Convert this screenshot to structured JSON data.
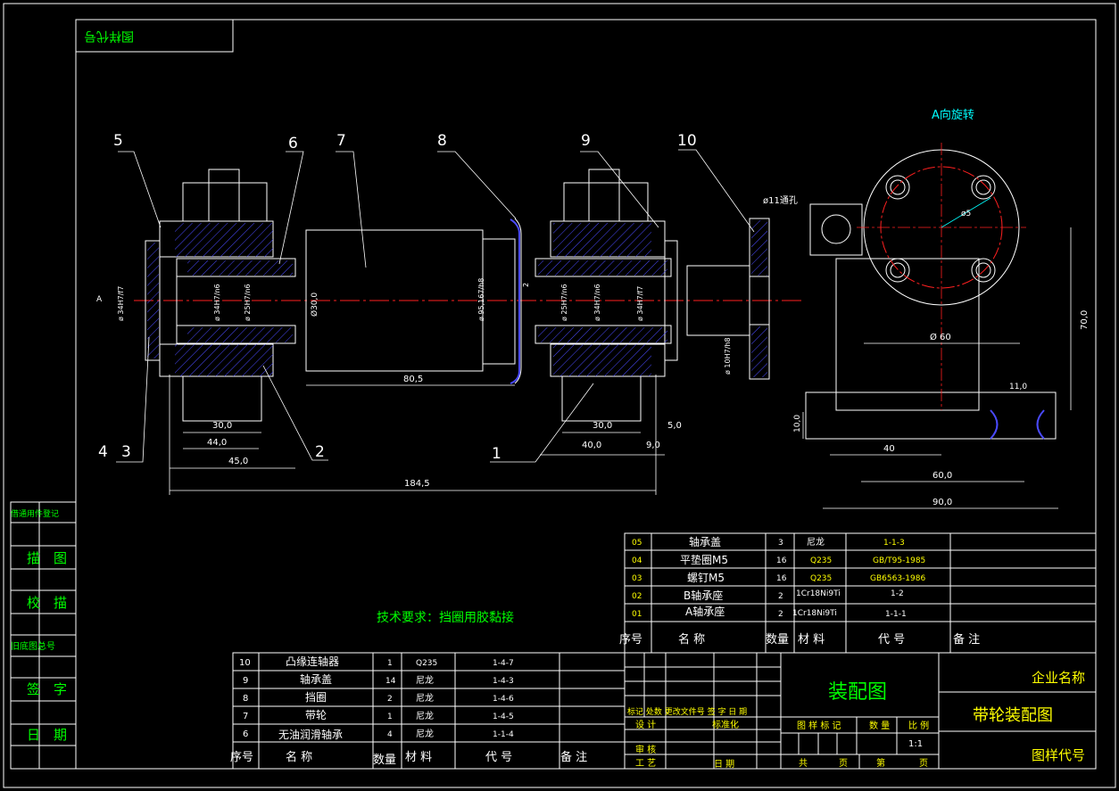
{
  "stamp_top_left": "图样代号",
  "view_label": "A向旋转",
  "hole_note": "ø11通孔",
  "view_arrow_label": "A",
  "tech_requirement": "技术要求：挡圈用胶黏接",
  "balloons": [
    "1",
    "2",
    "3",
    "4",
    "5",
    "6",
    "7",
    "8",
    "9",
    "10"
  ],
  "dimensions": {
    "d30_left": "30,0",
    "d44": "44,0",
    "d45": "45,0",
    "d80_5": "80,5",
    "d184_5": "184,5",
    "d30_right": "30,0",
    "d40_left": "40,0",
    "d9": "9,0",
    "d5": "5,0",
    "d30_shaft": "Ø30,0",
    "d2": "2",
    "fit_1": "ø 34H7/f7",
    "fit_2": "ø 34H7/n6",
    "fit_3": "ø 25H7/n6",
    "fit_4": "ø 95,167/h8",
    "fit_5": "ø 25H7/n6",
    "fit_6": "ø 34H7/n6",
    "fit_7": "ø 34H7/f7",
    "fit_8": "ø 10H7/h8",
    "r_d5": "ø5",
    "r_d60": "Ø 60",
    "r_h70": "70,0",
    "r_w11": "11,0",
    "r_h10": "10,0",
    "r_w40": "40",
    "r_w60": "60,0",
    "r_w90": "90,0"
  },
  "left_column": [
    "借通用件登记",
    "描　图",
    "校　描",
    "旧底图总号",
    "签　字",
    "日　期"
  ],
  "bom_upper": {
    "rows": [
      {
        "no": "05",
        "name": "轴承盖",
        "qty": "3",
        "mat": "尼龙",
        "code": "1-1-3",
        "note": ""
      },
      {
        "no": "04",
        "name": "平垫圈M5",
        "qty": "16",
        "mat": "Q235",
        "code": "GB/T95-1985",
        "note": ""
      },
      {
        "no": "03",
        "name": "螺钉M5",
        "qty": "16",
        "mat": "Q235",
        "code": "GB6563-1986",
        "note": ""
      },
      {
        "no": "02",
        "name": "B轴承座",
        "qty": "2",
        "mat": "1Cr18Ni9Ti",
        "code": "1-2",
        "note": ""
      },
      {
        "no": "01",
        "name": "A轴承座",
        "qty": "2",
        "mat": "1Cr18Ni9Ti",
        "code": "1-1-1",
        "note": ""
      }
    ],
    "header": {
      "no": "序号",
      "name": "名  称",
      "qty": "数量",
      "mat": "材  料",
      "code": "代  号",
      "note": "备  注"
    }
  },
  "bom_lower": {
    "rows": [
      {
        "no": "10",
        "name": "凸缘连轴器",
        "qty": "1",
        "mat": "Q235",
        "code": "1-4-7",
        "note": ""
      },
      {
        "no": "9",
        "name": "轴承盖",
        "qty": "14",
        "mat": "尼龙",
        "code": "1-4-3",
        "note": ""
      },
      {
        "no": "8",
        "name": "挡圈",
        "qty": "2",
        "mat": "尼龙",
        "code": "1-4-6",
        "note": ""
      },
      {
        "no": "7",
        "name": "带轮",
        "qty": "1",
        "mat": "尼龙",
        "code": "1-4-5",
        "note": ""
      },
      {
        "no": "6",
        "name": "无油润滑轴承",
        "qty": "4",
        "mat": "尼龙",
        "code": "1-1-4",
        "note": ""
      }
    ],
    "header": {
      "no": "序号",
      "name": "名  称",
      "qty": "数量",
      "mat": "材  料",
      "code": "代  号",
      "note": "备  注"
    }
  },
  "title_block": {
    "drawing_type": "装配图",
    "company": "企业名称",
    "title": "带轮装配图",
    "drawing_code": "图样代号",
    "rev_labels": "标记 处数   更改文件号   签 字   日 期",
    "design": "设 计",
    "standard": "标准化",
    "review": "审 核",
    "process": "工 艺",
    "date": "日 期",
    "stage": "图 样 标 记",
    "weight": "数 量",
    "scale": "比 例",
    "scale_value": "1:1",
    "total": "共",
    "sheet": "页",
    "no": "第",
    "page": "页"
  },
  "colors": {
    "frame": "#ffffff",
    "dim": "#00ffff",
    "hatch": "#4a4aff",
    "center": "#ff2020",
    "text_green": "#00ff00",
    "text_yellow": "#ffff00"
  }
}
